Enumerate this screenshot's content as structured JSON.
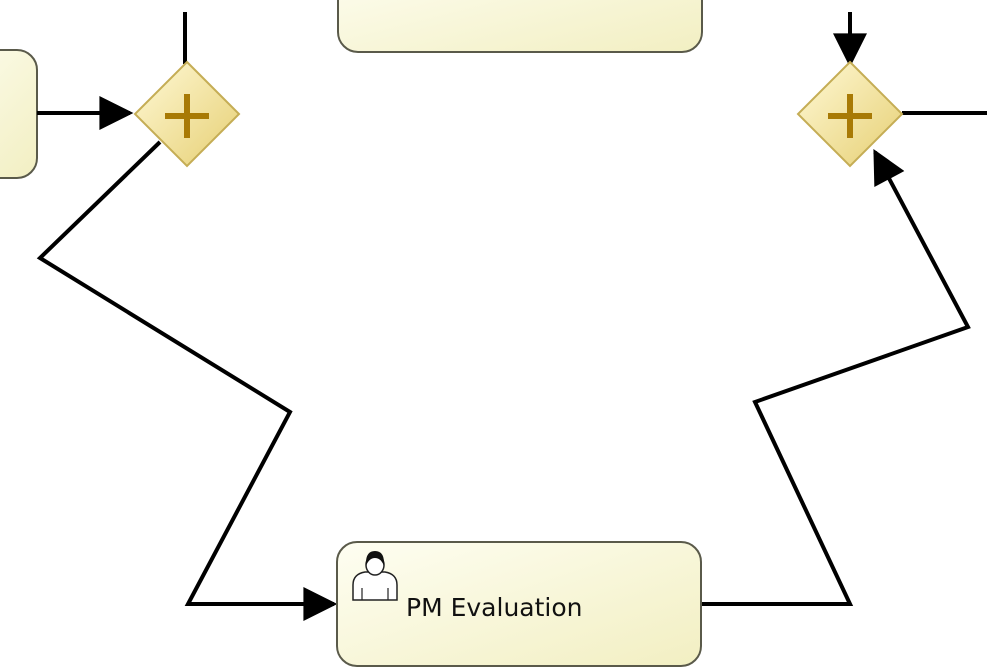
{
  "diagram": {
    "tasks": [
      {
        "id": "task-top-center",
        "label": ""
      },
      {
        "id": "task-left-partial",
        "label": ""
      },
      {
        "id": "task-pm-evaluation",
        "label": "PM Evaluation",
        "type": "user-task"
      }
    ],
    "gateways": [
      {
        "id": "gateway-left",
        "type": "parallel",
        "symbol": "+"
      },
      {
        "id": "gateway-right",
        "type": "parallel",
        "symbol": "+"
      }
    ],
    "colors": {
      "task_fill_light": "#fdfde9",
      "task_fill_dark": "#f3f1c4",
      "task_stroke": "#5a5a4a",
      "gateway_fill_light": "#fff6c4",
      "gateway_fill_dark": "#ecd77e",
      "gateway_stroke": "#b9a34a",
      "gateway_plus": "#a87a05",
      "flow_line": "#000000"
    }
  }
}
